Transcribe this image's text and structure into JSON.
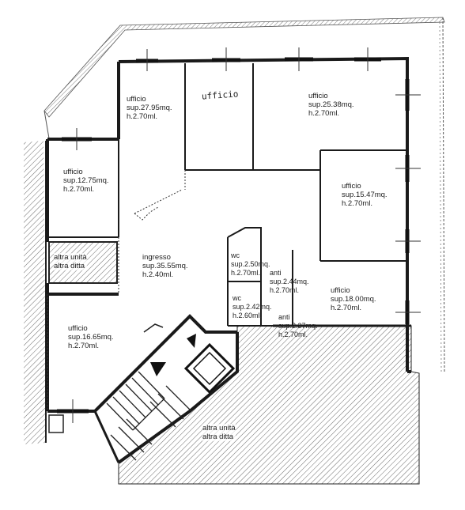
{
  "rooms": [
    {
      "id": "r1",
      "name": "ufficio",
      "area": "sup.27.95mq.",
      "height": "h.2.70ml."
    },
    {
      "id": "r2",
      "name": "ufficio",
      "area": "sup.25.38mq.",
      "height": "h.2.70ml."
    },
    {
      "id": "r3",
      "name": "ufficio",
      "area": "sup.12.75mq.",
      "height": "h.2.70ml."
    },
    {
      "id": "r4",
      "name": "ufficio",
      "area": "sup.15.47mq.",
      "height": "h.2.70ml."
    },
    {
      "id": "r5",
      "name": "ingresso",
      "area": "sup.35.55mq.",
      "height": "h.2.40ml."
    },
    {
      "id": "r6",
      "name": "wc",
      "area": "sup.2.50mq.",
      "height": "h.2.70ml."
    },
    {
      "id": "r7",
      "name": "anti",
      "area": "sup.2.44mq.",
      "height": "h.2.70ml."
    },
    {
      "id": "r8",
      "name": "ufficio",
      "area": "sup.18.00mq.",
      "height": "h.2.70ml."
    },
    {
      "id": "r9",
      "name": "wc",
      "area": "sup.2.42mq.",
      "height": "h.2.60ml."
    },
    {
      "id": "r10",
      "name": "anti",
      "area": "sup.2.37mq.",
      "height": "h.2.70ml."
    },
    {
      "id": "r11",
      "name": "ufficio",
      "area": "sup.16.65mq.",
      "height": "h.2.70ml."
    }
  ],
  "handwritten_label": "ufficio",
  "other_units": [
    {
      "id": "u1",
      "line1": "altra unità",
      "line2": "altra ditta"
    },
    {
      "id": "u2",
      "line1": "altra unità",
      "line2": "altra ditta"
    }
  ],
  "colors": {
    "wall": "#1a1a1a",
    "hatch": "#444444",
    "background": "#ffffff"
  }
}
